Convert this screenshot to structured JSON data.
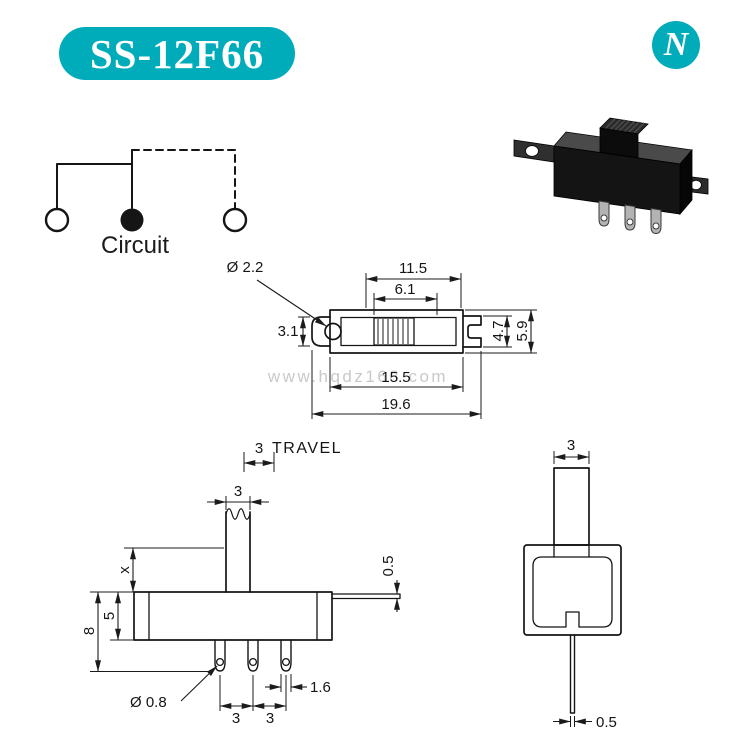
{
  "colors": {
    "accent": "#00acba",
    "line": "#1b1b1b",
    "watermark": "#c9c9c9"
  },
  "header": {
    "model": "SS-12F66",
    "logo_letter": "N"
  },
  "circuit": {
    "label": "Circuit"
  },
  "watermark": {
    "text": "www.hqdz168.com"
  },
  "views": {
    "top": {
      "hole_dia": "Ø 2.2",
      "slot_length": "11.5",
      "knob_length": "6.1",
      "ear_width": "3.1",
      "fork_width": "4.7",
      "body_width": "5.9",
      "body_length": "15.5",
      "total_length": "19.6"
    },
    "front": {
      "travel_value": "3",
      "travel_label": "TRAVEL",
      "knob_width": "3",
      "knob_height": "x",
      "body_height": "5",
      "total_height": "8",
      "pin_hole_dia": "Ø 0.8",
      "pin_pitch_left": "3",
      "pin_pitch_right": "3",
      "pin_width": "1.6",
      "bracket_thickness": "0.5"
    },
    "side": {
      "knob_width": "3",
      "pin_thickness": "0.5"
    }
  }
}
